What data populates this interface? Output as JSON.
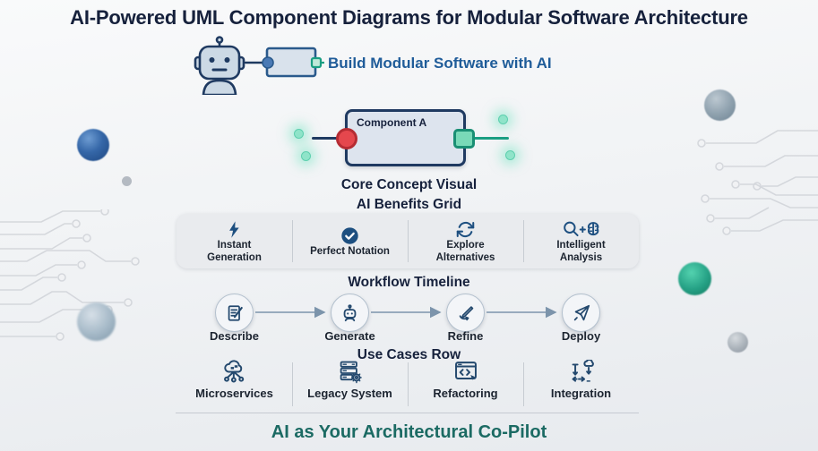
{
  "page": {
    "title": "AI-Powered UML Component Diagrams for Modular Software Architecture",
    "footer": "AI as Your Architectural Co-Pilot"
  },
  "hero": {
    "caption": "Build Modular Software with AI"
  },
  "core_concept": {
    "component_label": "Component A",
    "caption": "Core Concept Visual"
  },
  "benefits": {
    "heading": "AI Benefits Grid",
    "items": [
      {
        "icon": "lightning-icon",
        "label": "Instant Generation"
      },
      {
        "icon": "check-circle-icon",
        "label": "Perfect Notation"
      },
      {
        "icon": "cycle-arrows-icon",
        "label": "Explore Alternatives"
      },
      {
        "icon": "search-plus-brain-icon",
        "label": "Intelligent Analysis"
      }
    ]
  },
  "workflow": {
    "heading": "Workflow Timeline",
    "steps": [
      {
        "icon": "document-pencil-icon",
        "label": "Describe"
      },
      {
        "icon": "robot-icon",
        "label": "Generate"
      },
      {
        "icon": "pencil-loop-icon",
        "label": "Refine"
      },
      {
        "icon": "rocket-icon",
        "label": "Deploy"
      }
    ]
  },
  "use_cases": {
    "heading": "Use Cases Row",
    "items": [
      {
        "icon": "cloud-network-icon",
        "label": "Microservices"
      },
      {
        "icon": "server-gear-icon",
        "label": "Legacy System"
      },
      {
        "icon": "code-window-icon",
        "label": "Refactoring"
      },
      {
        "icon": "integration-arrows-icon",
        "label": "Integration"
      }
    ]
  },
  "colors": {
    "title_navy": "#16213c",
    "steel_blue_text": "#1f5c99",
    "icon_blue": "#1d4f80",
    "teal_accent": "#1a9e82",
    "teal_heading": "#1b6a63",
    "port_red": "#e5474d",
    "component_fill": "#dde4ee",
    "component_border": "#1f3a61",
    "bar_background": "#e9ebee"
  }
}
